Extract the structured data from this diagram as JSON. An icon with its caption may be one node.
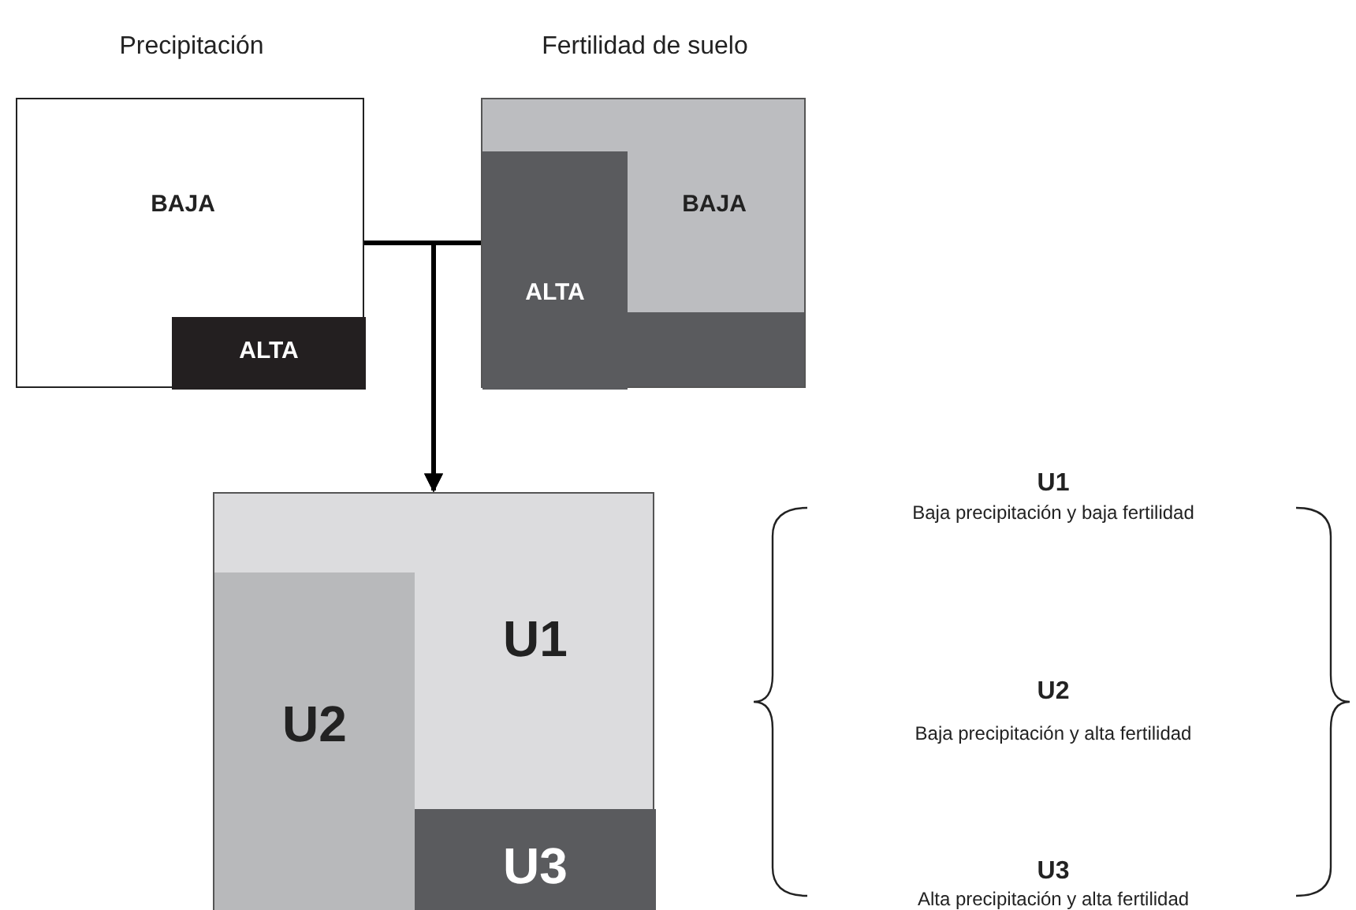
{
  "diagram": {
    "nodes": [
      {
        "text": [
          "Precipitación"
        ]
      },
      {
        "text": [
          "BAJA"
        ],
        "in": 0
      },
      {
        "text": [
          "ALTA"
        ],
        "in": 0
      },
      {
        "text": [
          "Fertilidad de suelo"
        ]
      },
      {
        "text": [
          "BAJA"
        ],
        "in": 3
      },
      {
        "text": [
          "ALTA"
        ],
        "in": 3
      },
      {
        "text": [],
        "shape": "box"
      },
      {
        "text": [
          "U1"
        ],
        "in": 6
      },
      {
        "text": [
          "U2"
        ],
        "in": 6
      },
      {
        "text": [
          "U3"
        ],
        "in": 6
      }
    ],
    "edges": [
      {
        "from": 0,
        "to": 6,
        "arrow": "to"
      },
      {
        "from": 3,
        "to": 6,
        "arrow": "to"
      }
    ],
    "labels": [
      "U1",
      "Baja precipitación y baja fertilidad",
      "U2",
      "Baja precipitación y alta fertilidad",
      "U3",
      "Alta precipitación y alta fertilidad"
    ]
  }
}
